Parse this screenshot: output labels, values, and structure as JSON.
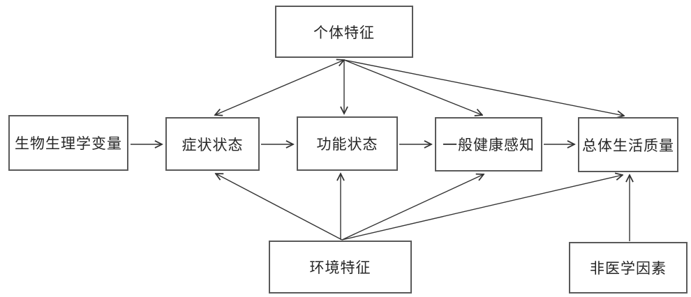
{
  "diagram": {
    "type": "flow-model",
    "title": "",
    "background_color": "#ffffff",
    "box_border_color": "#595959",
    "line_color": "#333333",
    "text_color": "#262626",
    "nodes": {
      "individual": {
        "label": "个体特征"
      },
      "bio": {
        "label": "生物生理学变量"
      },
      "symptom": {
        "label": "症状状态"
      },
      "function": {
        "label": "功能状态"
      },
      "health": {
        "label": "一般健康感知"
      },
      "qol": {
        "label": "总体生活质量"
      },
      "environment": {
        "label": "环境特征"
      },
      "nonmedical": {
        "label": "非医学因素"
      }
    },
    "edges": [
      {
        "from": "bio",
        "to": "symptom",
        "style": "arrow"
      },
      {
        "from": "symptom",
        "to": "function",
        "style": "arrow"
      },
      {
        "from": "function",
        "to": "health",
        "style": "arrow"
      },
      {
        "from": "health",
        "to": "qol",
        "style": "arrow"
      },
      {
        "from": "individual",
        "to": "symptom",
        "style": "double-arrow"
      },
      {
        "from": "individual",
        "to": "function",
        "style": "arrow"
      },
      {
        "from": "individual",
        "to": "health",
        "style": "arrow"
      },
      {
        "from": "individual",
        "to": "qol",
        "style": "arrow"
      },
      {
        "from": "environment",
        "to": "symptom",
        "style": "arrow"
      },
      {
        "from": "environment",
        "to": "function",
        "style": "arrow"
      },
      {
        "from": "environment",
        "to": "health",
        "style": "arrow"
      },
      {
        "from": "environment",
        "to": "qol",
        "style": "arrow"
      },
      {
        "from": "nonmedical",
        "to": "qol",
        "style": "arrow"
      }
    ]
  }
}
